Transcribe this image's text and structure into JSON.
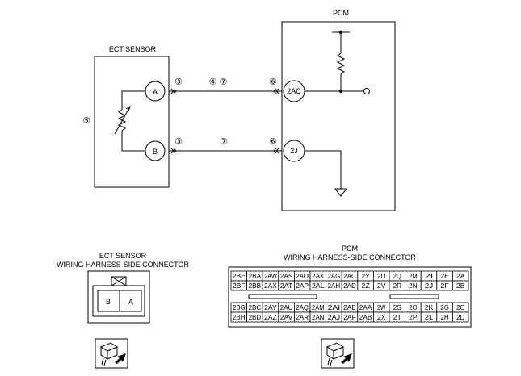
{
  "schematic": {
    "ect_sensor_label": "ECT SENSOR",
    "pcm_label": "PCM",
    "terminal_a": "A",
    "terminal_b": "B",
    "pcm_terminal_top": "2AC",
    "pcm_terminal_bottom": "2J",
    "note_sensor_side": "⑤",
    "note_a_side": "③",
    "note_a_mid": "④ ⑦",
    "note_a_pcm": "⑥",
    "note_b_side": "③",
    "note_b_mid": "⑦",
    "note_b_pcm": "⑥"
  },
  "ect_connector": {
    "title_line1": "ECT SENSOR",
    "title_line2": "WIRING HARNESS-SIDE CONNECTOR",
    "pins": [
      "B",
      "A"
    ]
  },
  "pcm_connector": {
    "title_line1": "PCM",
    "title_line2": "WIRING HARNESS-SIDE CONNECTOR",
    "upper_rows": [
      [
        "2BE",
        "2BA",
        "2AW",
        "2AS",
        "2AO",
        "2AK",
        "2AG",
        "2AC",
        "2Y",
        "2U",
        "2Q",
        "2M",
        "2I",
        "2E",
        "2A"
      ],
      [
        "2BF",
        "2BB",
        "2AX",
        "2AT",
        "2AP",
        "2AL",
        "2AH",
        "2AD",
        "2Z",
        "2V",
        "2R",
        "2N",
        "2J",
        "2F",
        "2B"
      ]
    ],
    "lower_rows": [
      [
        "2BG",
        "2BC",
        "2AY",
        "2AU",
        "2AQ",
        "2AM",
        "2AI",
        "2AE",
        "2AA",
        "2W",
        "2S",
        "2O",
        "2K",
        "2G",
        "2C"
      ],
      [
        "2BH",
        "2BD",
        "2AZ",
        "2AV",
        "2AR",
        "2AN",
        "2AJ",
        "2AF",
        "2AB",
        "2X",
        "2T",
        "2P",
        "2L",
        "2H",
        "2D"
      ]
    ]
  },
  "icons": [
    "connector-view-icon",
    "connector-view-icon"
  ]
}
